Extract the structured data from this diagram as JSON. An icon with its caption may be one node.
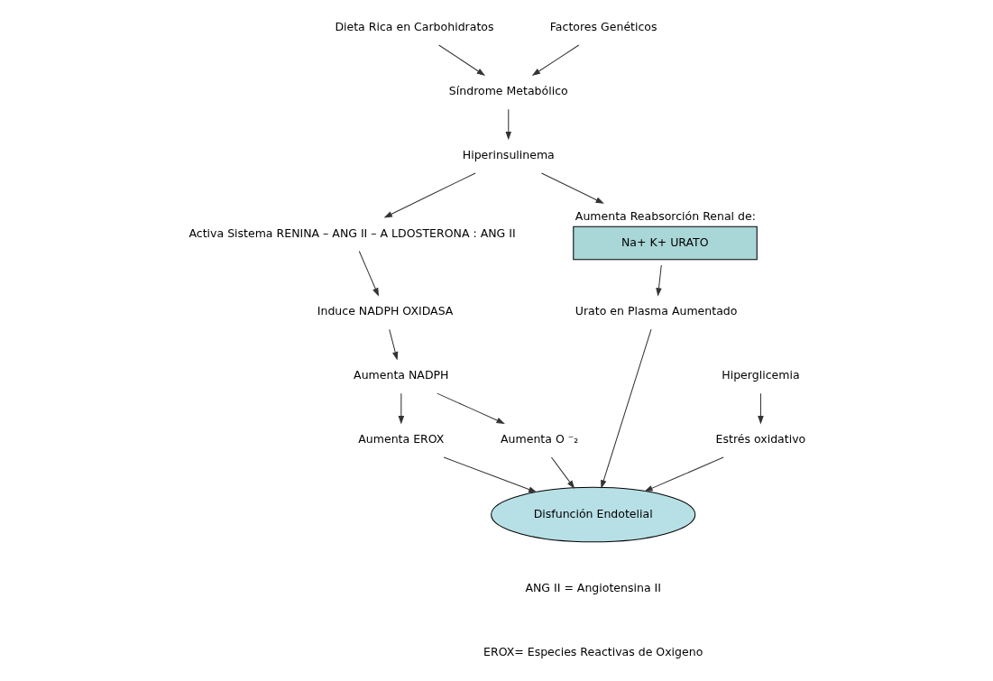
{
  "diagram": {
    "nodes": [
      {
        "text": [
          "Dieta Rica en Carbohidratos"
        ]
      },
      {
        "text": [
          "Factores Genéticos"
        ]
      },
      {
        "text": [
          "Síndrome Metabólico"
        ]
      },
      {
        "text": [
          "Hiperinsulinema"
        ]
      },
      {
        "text": [
          "Activa Sistema RENINA – ANG II – A LDOSTERONA : ANG II"
        ]
      },
      {
        "text": [
          "Aumenta Reabsorción Renal de:",
          "Na+ K+ URATO"
        ]
      },
      {
        "text": [
          "Induce NADPH OXIDASA"
        ]
      },
      {
        "text": [
          "Hiperglicemia"
        ]
      },
      {
        "text": [
          "Urato en Plasma Aumentado"
        ]
      },
      {
        "text": [
          "Aumenta NADPH"
        ]
      },
      {
        "text": [
          "Estrés oxidativo"
        ]
      },
      {
        "text": [
          "Aumenta EROX"
        ]
      },
      {
        "text": [
          "Aumenta O ⁻₂"
        ]
      },
      {
        "text": [
          "Disfunción Endotelial"
        ]
      }
    ],
    "edges": [
      {
        "from": 0,
        "to": 2,
        "arrow": "to"
      },
      {
        "from": 1,
        "to": 2,
        "arrow": "to"
      },
      {
        "from": 2,
        "to": 3,
        "arrow": "to"
      },
      {
        "from": 3,
        "to": 5,
        "arrow": "to"
      },
      {
        "from": 3,
        "to": 4,
        "arrow": "to"
      },
      {
        "from": 4,
        "to": 6,
        "arrow": "to"
      },
      {
        "from": 6,
        "to": 9,
        "arrow": "to"
      },
      {
        "from": 5,
        "to": 8,
        "arrow": "to"
      },
      {
        "from": 7,
        "to": 10,
        "arrow": "to"
      },
      {
        "from": 8,
        "to": 13,
        "arrow": "to"
      },
      {
        "from": 10,
        "to": 13,
        "arrow": "to"
      },
      {
        "from": 9,
        "to": 12,
        "arrow": "to"
      },
      {
        "from": 9,
        "to": 11,
        "arrow": "to"
      },
      {
        "from": 11,
        "to": 13,
        "arrow": "to"
      },
      {
        "from": 12,
        "to": 13,
        "arrow": "to"
      }
    ],
    "labels": [
      "ANG II = Angiotensina II",
      "EROX= Especies Reactivas de Oxigeno"
    ]
  }
}
